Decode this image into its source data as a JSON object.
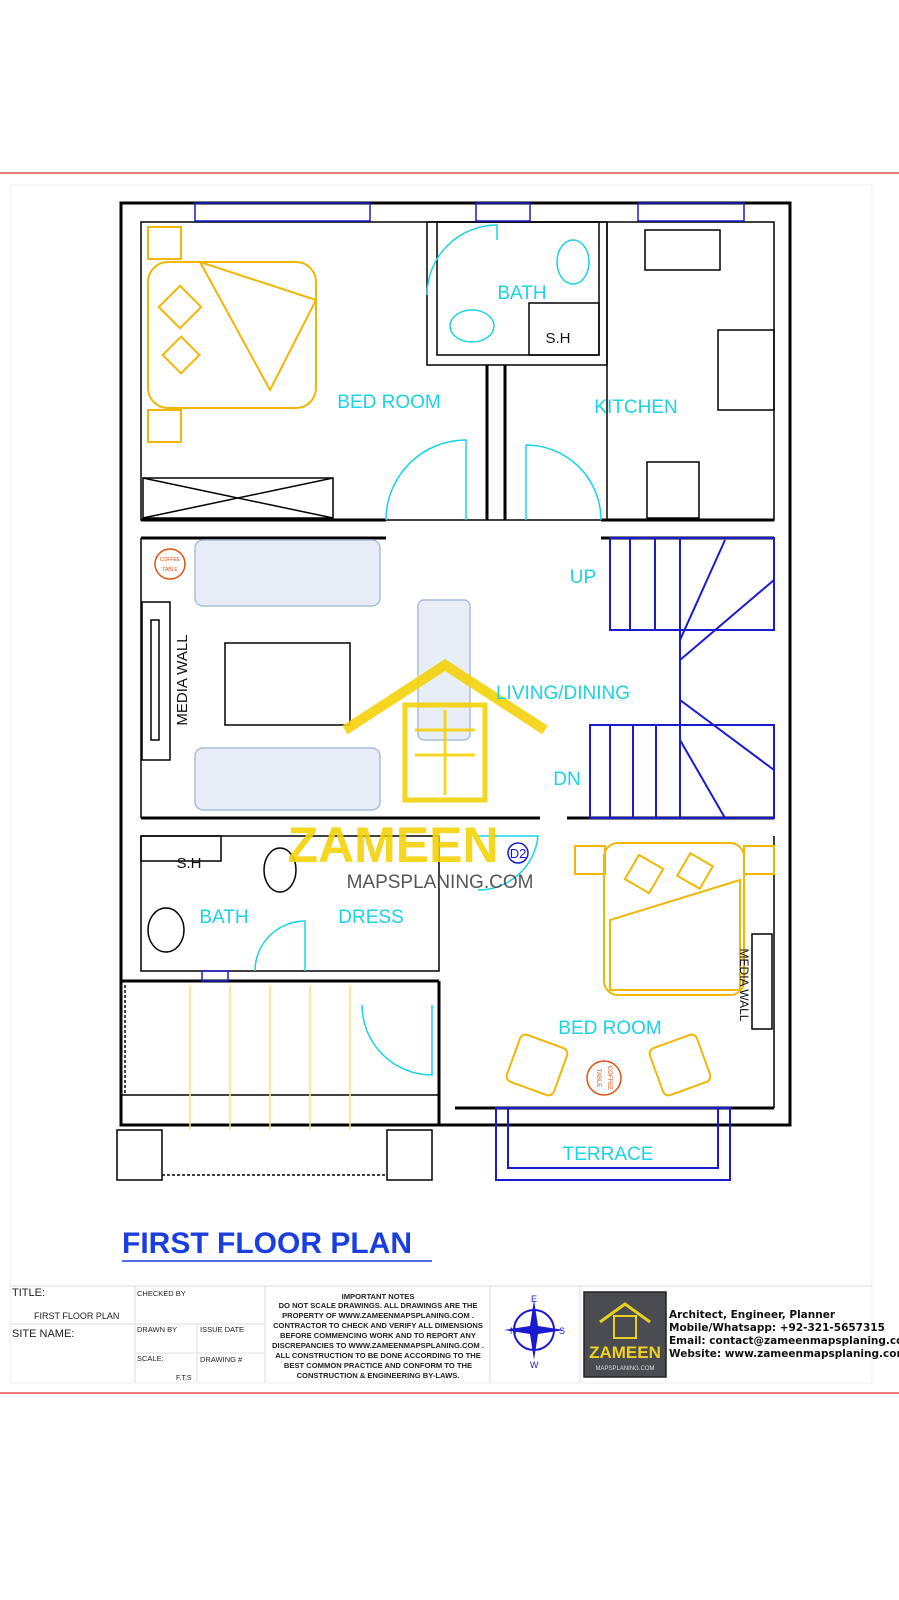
{
  "plan": {
    "title": "FIRST FLOOR PLAN",
    "rooms": {
      "bed_room_1": "BED ROOM",
      "bath_1": "BATH",
      "sh_1": "S.H",
      "kitchen": "KITCHEN",
      "up": "UP",
      "living_dining": "LIVING/DINING",
      "dn": "DN",
      "media_wall_1": "MEDIA WALL",
      "coffee_1a": "COFFEE",
      "coffee_1b": "TABLE",
      "sh_2": "S.H",
      "bath_2": "BATH",
      "dress": "DRESS",
      "door_tag": "D2",
      "bed_room_2": "BED ROOM",
      "media_wall_2": "MEDIA WALL",
      "coffee_2a": "COFFEE",
      "coffee_2b": "TABLE",
      "terrace": "TERRACE"
    },
    "watermark": {
      "name": "ZAMEEN",
      "site": "MAPSPLANING.COM"
    }
  },
  "title_block": {
    "title_label": "TITLE:",
    "title_value": "FIRST FLOOR PLAN",
    "site_label": "SITE NAME:",
    "checked_by": "CHECKED BY",
    "drawn_by": "DRAWN BY",
    "issue_date": "ISSUE DATE",
    "scale": "SCALE:",
    "scale_value": "F.T.S",
    "drawing_no": "DRAWING #",
    "notes_heading": "IMPORTANT NOTES",
    "notes": [
      "DO NOT SCALE DRAWINGS. ALL DRAWINGS ARE THE",
      "PROPERTY OF  WWW.ZAMEENMAPSPLANING.COM .",
      "CONTRACTOR TO CHECK AND VERIFY ALL DIMENSIONS",
      "BEFORE COMMENCING WORK AND TO REPORT ANY",
      "DISCREPANCIES TO WWW.ZAMEENMAPSPLANING.COM .",
      "ALL CONSTRUCTION TO BE DONE ACCORDING TO THE",
      "BEST COMMON PRACTICE AND CONFORM TO THE",
      "CONSTRUCTION & ENGINEERING BY-LAWS."
    ],
    "compass": {
      "n": "N",
      "e": "E",
      "s": "S",
      "w": "W"
    },
    "logo": {
      "name": "ZAMEEN",
      "site": "MAPSPLANING.COM"
    },
    "contact": [
      "Architect, Engineer, Planner",
      "Mobile/Whatsapp: +92-321-5657315",
      "Email: contact@zameenmapsplaning.com",
      "Website: www.zameenmapsplaning.com"
    ]
  },
  "colors": {
    "title_blue": "#1a3ee0",
    "room_label": "#19d3e6",
    "furniture_gold": "#f2b705",
    "stair_blue": "#1a1ad0",
    "border_red": "#e05050"
  }
}
